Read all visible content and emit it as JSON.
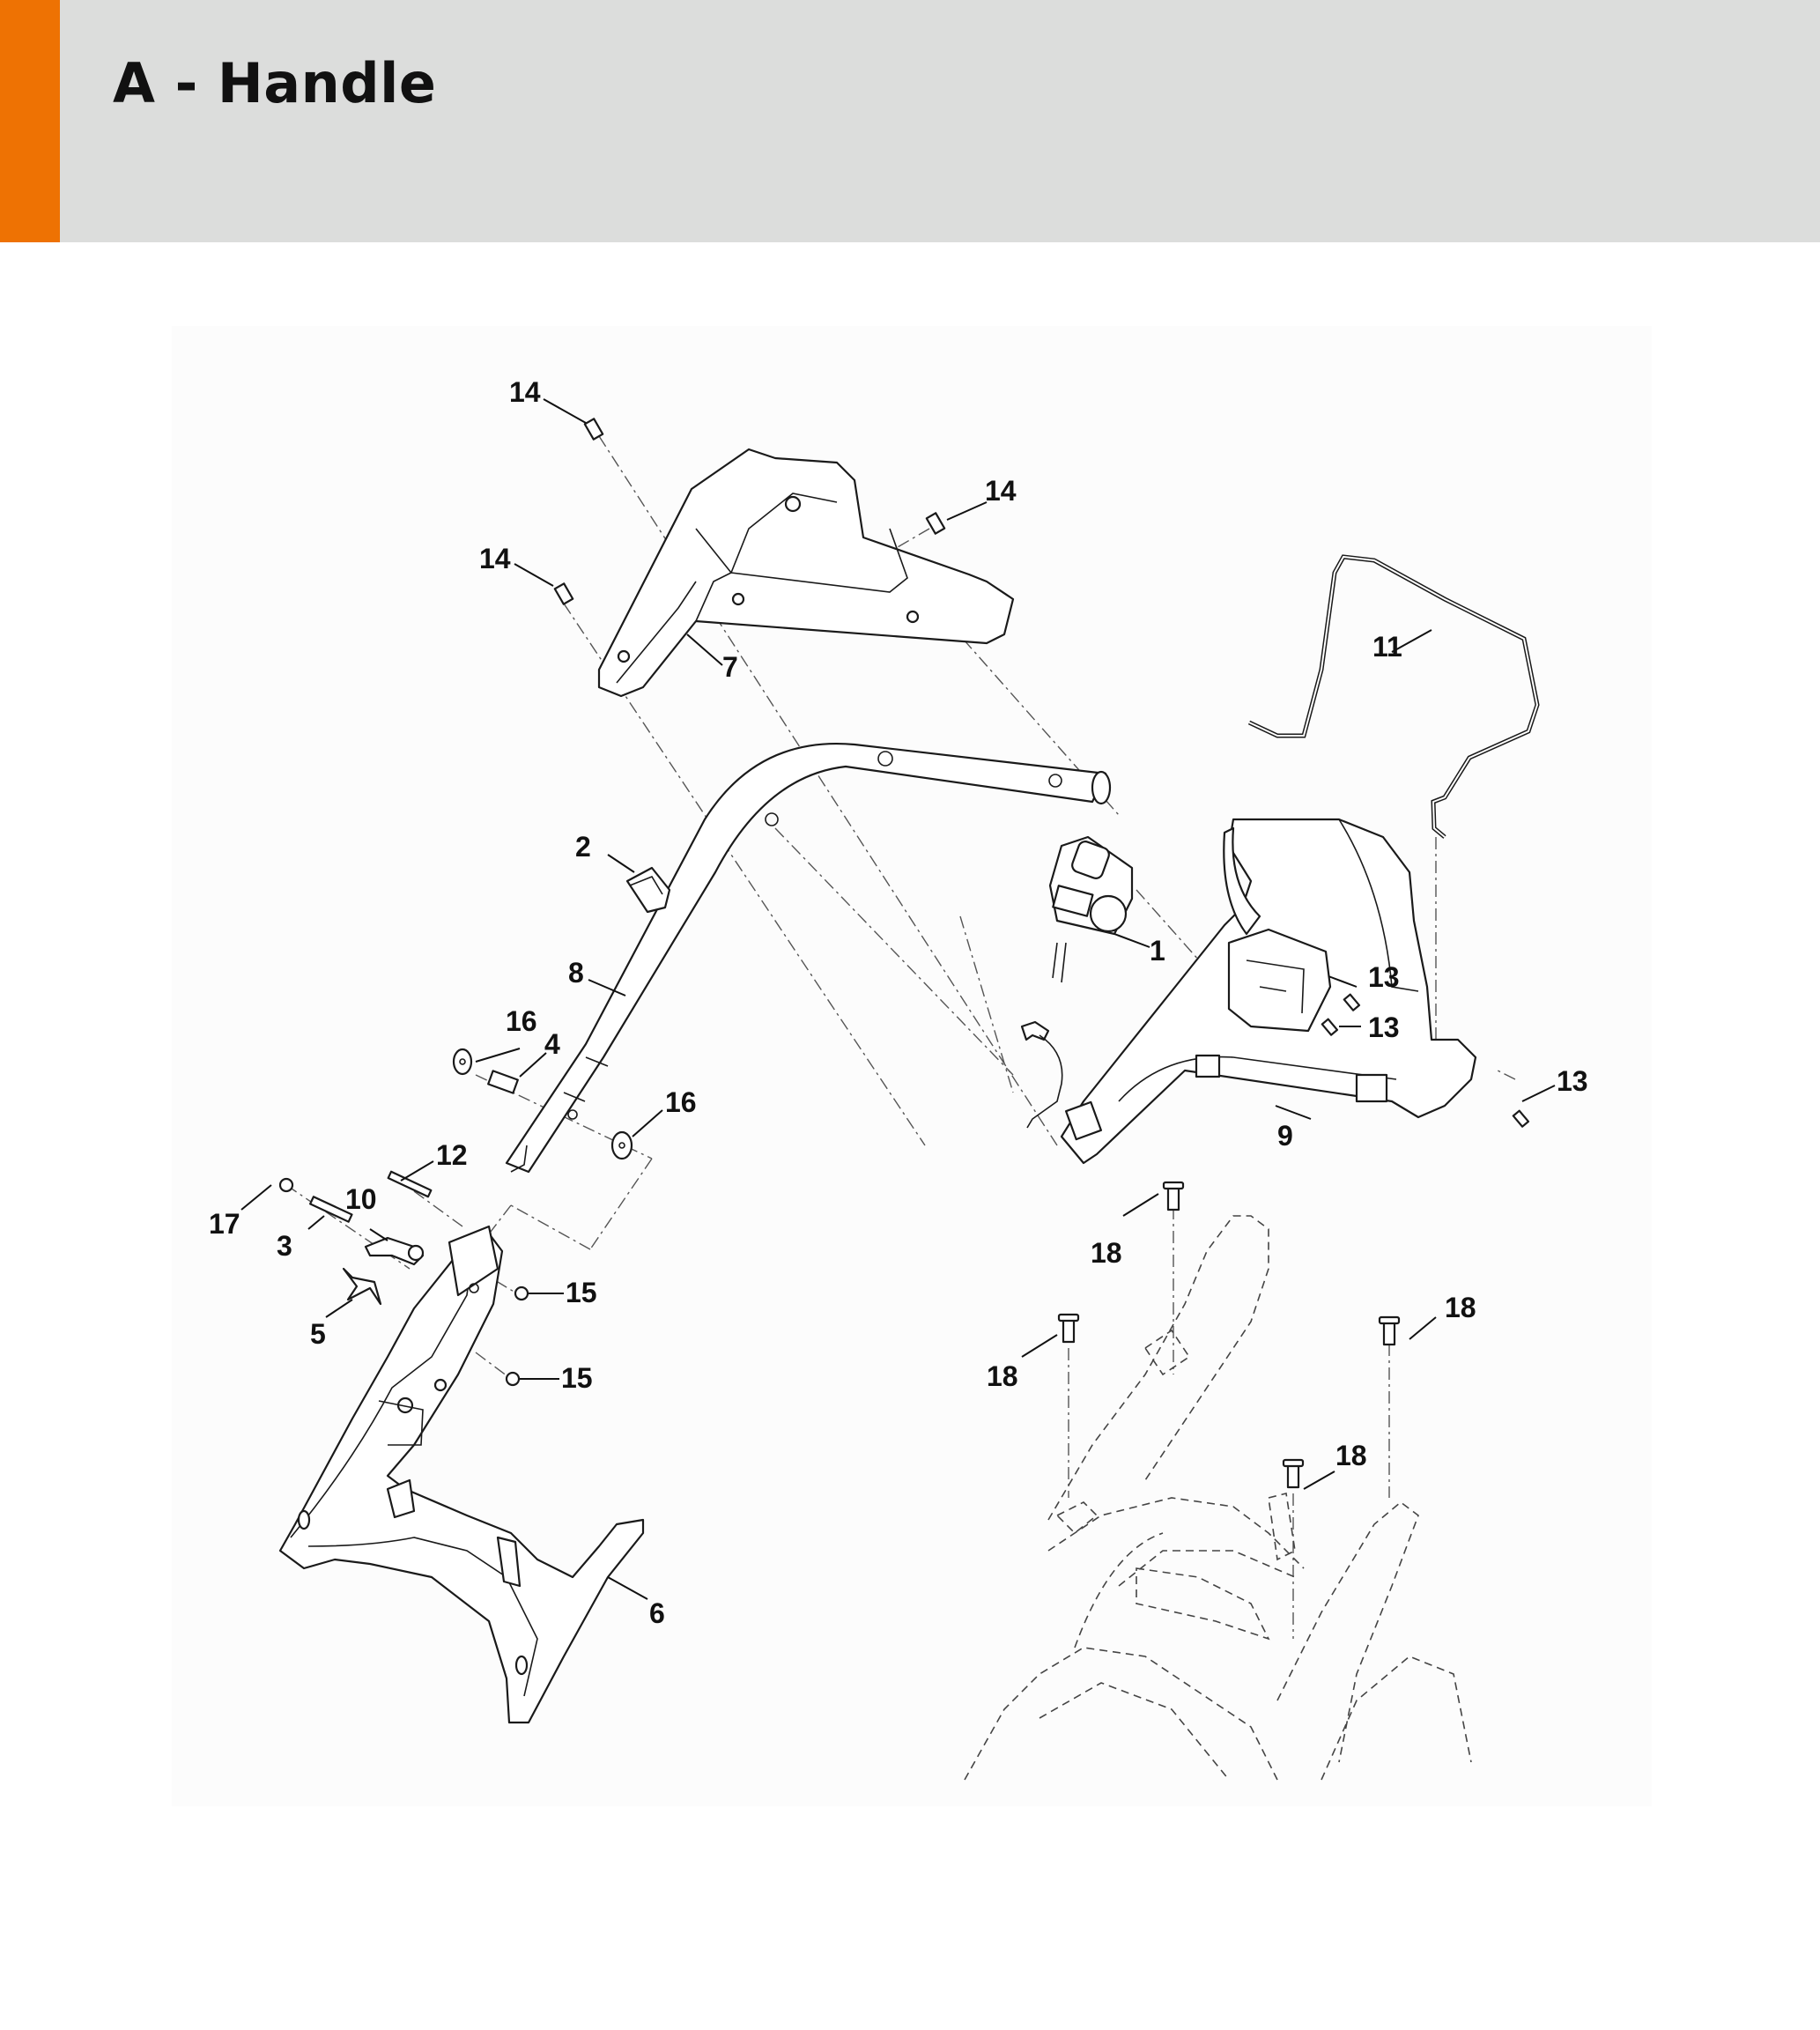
{
  "header": {
    "title": "A - Handle",
    "accent_color": "#ee7203",
    "background_color": "#dcdddc"
  },
  "diagram": {
    "callouts": [
      "1",
      "2",
      "3",
      "4",
      "5",
      "6",
      "7",
      "8",
      "9",
      "10",
      "11",
      "12",
      "13",
      "13",
      "13",
      "14",
      "14",
      "14",
      "15",
      "15",
      "16",
      "16",
      "17",
      "18",
      "18",
      "18",
      "18"
    ]
  }
}
